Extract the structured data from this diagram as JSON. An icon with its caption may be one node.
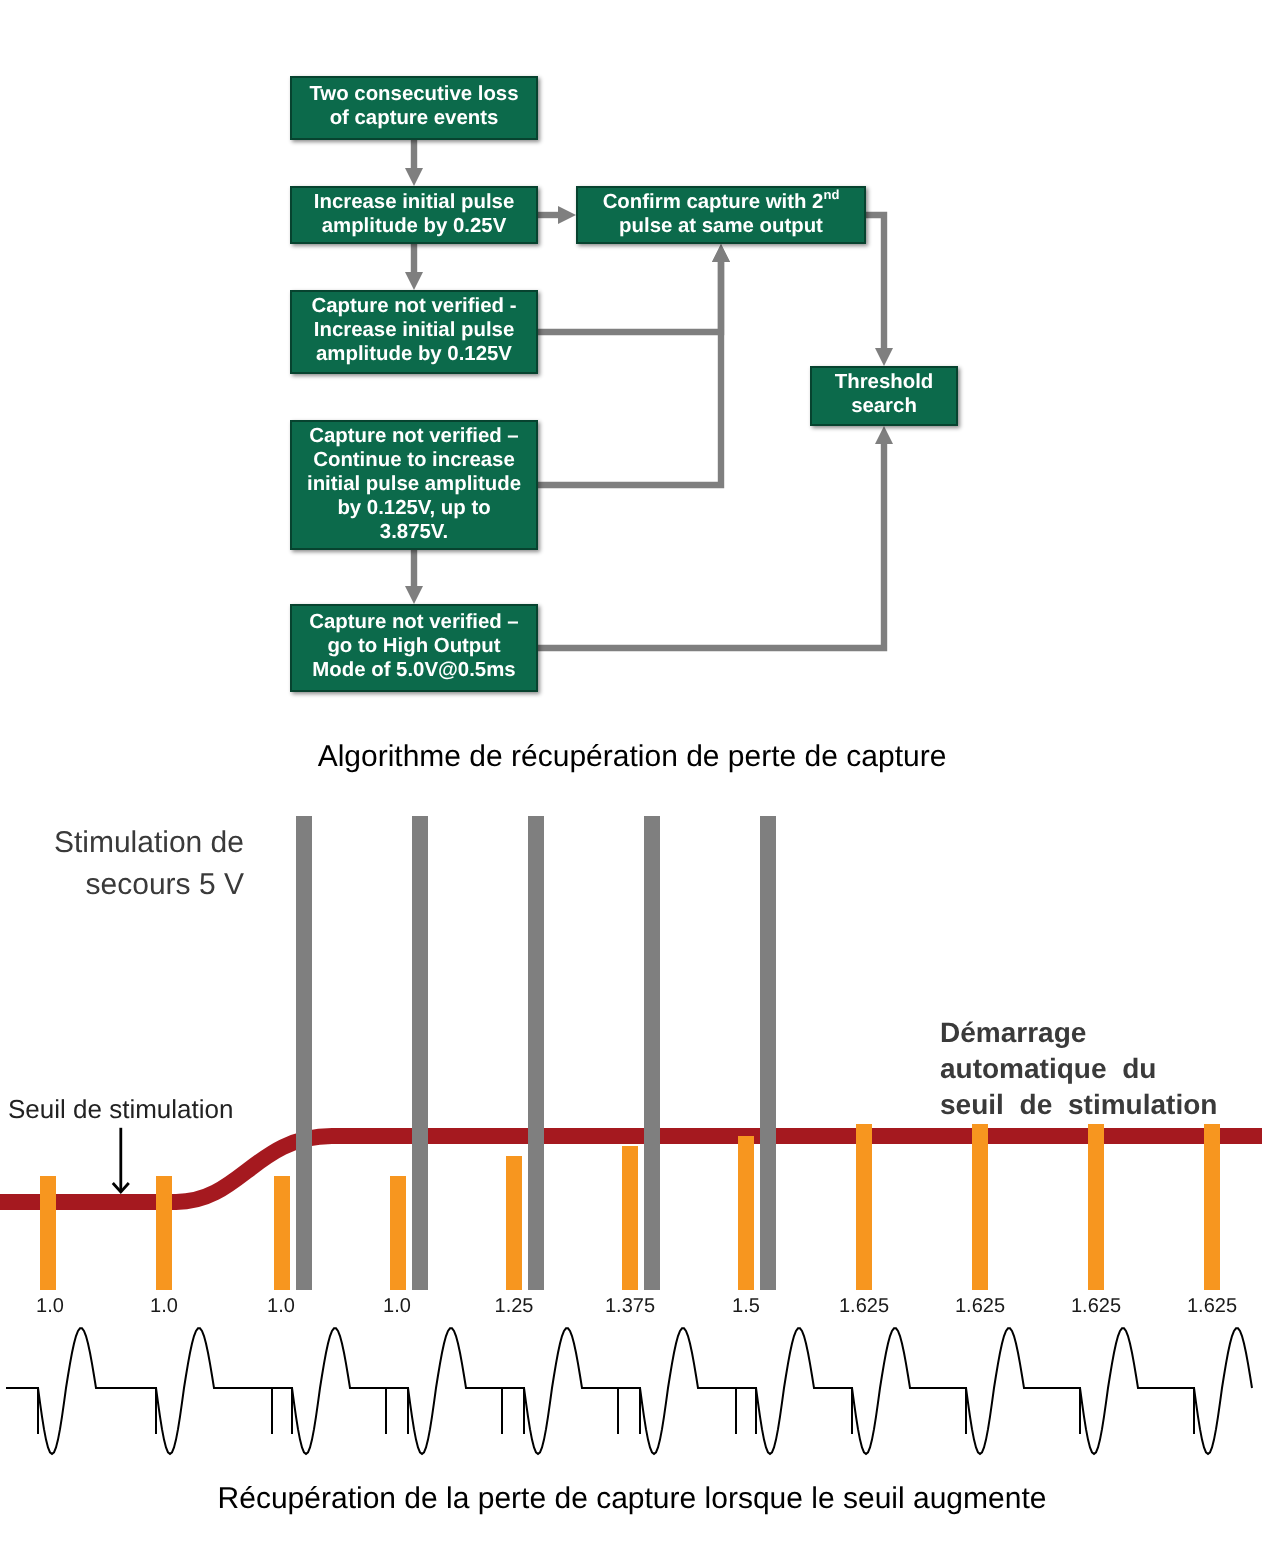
{
  "diagram": {
    "nodes": [
      {
        "text": [
          "Two consecutive loss of capture events"
        ]
      },
      {
        "text": [
          "Increase initial pulse amplitude by 0.25V"
        ]
      },
      {
        "text": [
          "Confirm capture with 2$^{nd}$ pulse at same output"
        ]
      },
      {
        "text": [
          "Capture not verified - Increase initial pulse amplitude by 0.125V"
        ]
      },
      {
        "text": [
          "Threshold search"
        ]
      },
      {
        "text": [
          "Capture not verified – Continue to increase initial pulse amplitude by 0.125V, up to 3.875V."
        ]
      },
      {
        "text": [
          "Capture not verified – go to High Output Mode of 5.0V@0.5ms"
        ]
      },
      {
        "text": [
          "Seuil de stimulation"
        ]
      },
      {
        "text": [],
        "shape": "curve"
      }
    ],
    "edges": [
      {
        "from": 0,
        "to": 1,
        "arrow": "to"
      },
      {
        "from": 1,
        "to": 2,
        "arrow": "to"
      },
      {
        "from": 1,
        "to": 3,
        "arrow": "to"
      },
      {
        "from": 3,
        "to": 2,
        "arrow": "to"
      },
      {
        "from": 5,
        "to": 2,
        "arrow": "to"
      },
      {
        "from": 5,
        "to": 6,
        "arrow": "to"
      },
      {
        "from": 2,
        "to": 4,
        "arrow": "to"
      },
      {
        "from": 6,
        "to": 4,
        "arrow": "to"
      },
      {
        "from": 7,
        "to": 8,
        "arrow": "to",
        "color": "#000000"
      }
    ],
    "labels": [
      "Algorithme de récupération de perte de capture",
      "Stimulation de secours 5 V",
      "Démarrage automatique du seuil de stimulation",
      "1.0",
      "1.0",
      "1.0",
      "1.0",
      "1.25",
      "1.375",
      "1.5",
      "1.625",
      "1.625",
      "1.625",
      "1.625",
      "Récupération de la perte de capture lorsque le seuil augmente"
    ]
  }
}
